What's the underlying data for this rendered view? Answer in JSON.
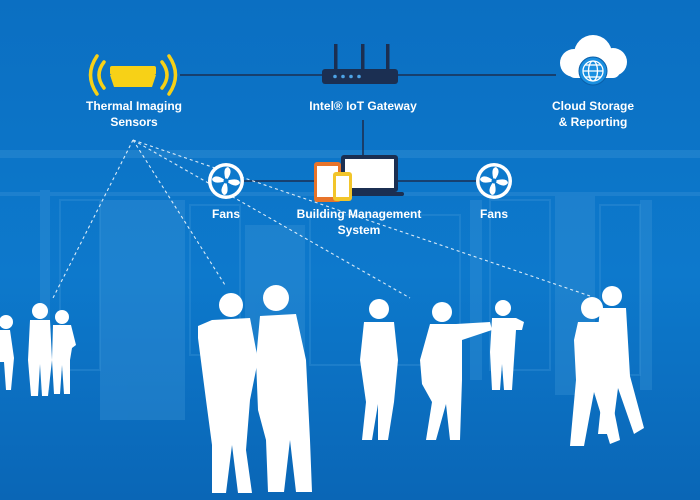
{
  "nodes": {
    "thermal_sensors": {
      "label_line1": "Thermal Imaging",
      "label_line2": "Sensors",
      "icon": "thermal-sensor-icon"
    },
    "iot_gateway": {
      "label": "Intel® IoT Gateway",
      "icon": "router-icon"
    },
    "cloud_storage": {
      "label_line1": "Cloud Storage",
      "label_line2": "& Reporting",
      "icon": "cloud-globe-icon"
    },
    "fans_left": {
      "label": "Fans",
      "icon": "fan-icon"
    },
    "fans_right": {
      "label": "Fans",
      "icon": "fan-icon"
    },
    "building_management": {
      "label_line1": "Building Management",
      "label_line2": "System",
      "icon": "devices-icon"
    }
  },
  "colors": {
    "background": "#0a71c4",
    "line": "#1b2f52",
    "label": "#ffffff",
    "sensor_yellow": "#f7d117",
    "silhouette": "#ffffff"
  }
}
